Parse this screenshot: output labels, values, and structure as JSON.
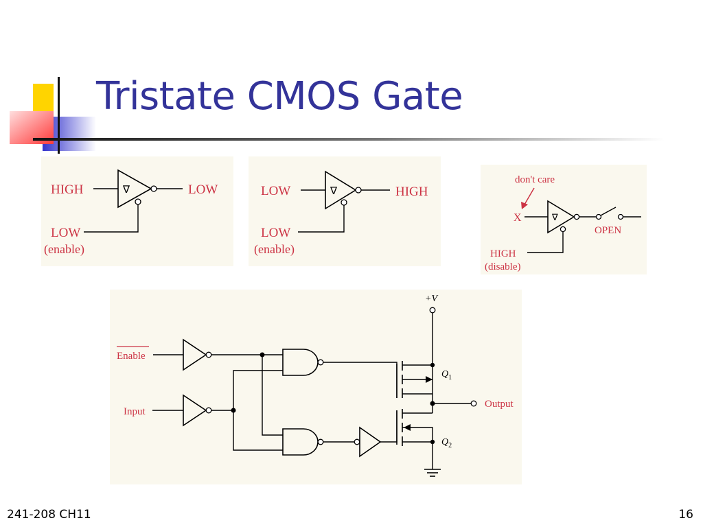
{
  "slide": {
    "title": "Tristate CMOS Gate",
    "footer_left": "241-208 CH11",
    "page_number": "16"
  },
  "colors": {
    "title": "#333399",
    "label": "#cc3344",
    "line": "#000000",
    "panel_bg": "#faf8ee",
    "deco_yellow": "#ffd400",
    "deco_red": "#ff4a4a",
    "deco_blue": "#3333cc"
  },
  "diagram1": {
    "input_label": "HIGH",
    "output_label": "LOW",
    "enable_label": "LOW",
    "enable_note": "(enable)"
  },
  "diagram2": {
    "input_label": "LOW",
    "output_label": "HIGH",
    "enable_label": "LOW",
    "enable_note": "(enable)"
  },
  "diagram3": {
    "note_label": "don't care",
    "input_label": "X",
    "output_label": "OPEN",
    "disable_label": "HIGH",
    "disable_note": "(disable)"
  },
  "circuit": {
    "enable_label": "Enable",
    "input_label": "Input",
    "output_label": "Output",
    "supply_label": "+V",
    "q1_label": "Q",
    "q1_sub": "1",
    "q2_label": "Q",
    "q2_sub": "2"
  }
}
